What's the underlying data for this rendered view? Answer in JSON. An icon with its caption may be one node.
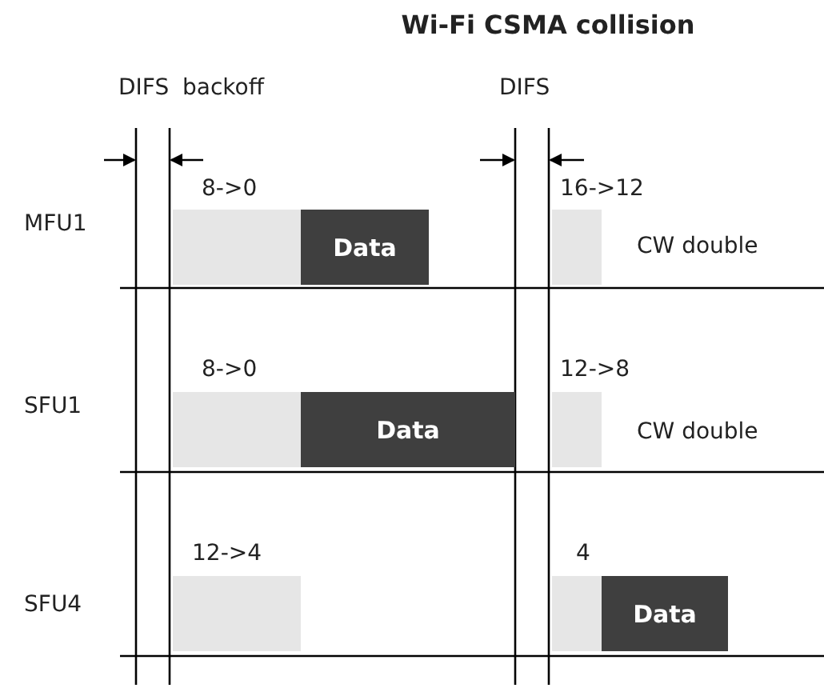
{
  "diagram": {
    "title": "Wi-Fi CSMA collision",
    "nodes": [
      {
        "text": [],
        "shape": "bar"
      },
      {
        "text": [
          "Data"
        ]
      },
      {
        "text": [],
        "shape": "bar"
      },
      {
        "text": [],
        "shape": "bar"
      },
      {
        "text": [
          "Data"
        ]
      },
      {
        "text": [],
        "shape": "bar"
      },
      {
        "text": [],
        "shape": "bar"
      },
      {
        "text": [],
        "shape": "bar"
      },
      {
        "text": [
          "Data"
        ]
      }
    ],
    "labels": [
      "DIFS",
      "backoff",
      "DIFS",
      "8->0",
      "16->12",
      "MFU1",
      "CW double",
      "8->0",
      "12->8",
      "SFU1",
      "CW double",
      "12->4",
      "4",
      "SFU4"
    ]
  }
}
